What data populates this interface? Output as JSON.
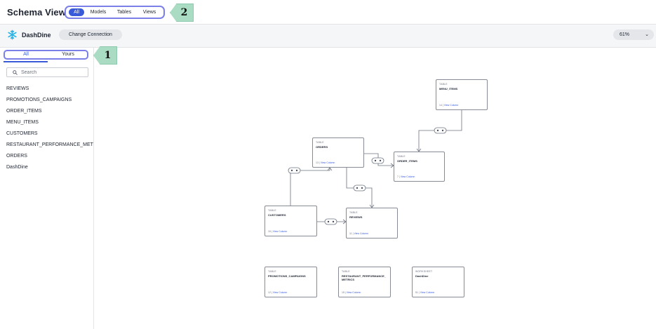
{
  "header": {
    "title": "Schema Viewer",
    "filters": [
      "All",
      "Models",
      "Tables",
      "Views"
    ],
    "active_filter": "All",
    "callout_top": "2"
  },
  "connection": {
    "name": "DashDine",
    "change_label": "Change Connection",
    "zoom": "61%"
  },
  "sidebar": {
    "tabs": [
      "All",
      "Yours"
    ],
    "callout_side": "1",
    "search_placeholder": "Search",
    "items": [
      "REVIEWS",
      "PROMOTIONS_CAMPAIGNS",
      "ORDER_ITEMS",
      "MENU_ITEMS",
      "CUSTOMERS",
      "RESTAURANT_PERFORMANCE_METRICS",
      "ORDERS",
      "DashDine"
    ]
  },
  "diagram": {
    "view_columns_label": "View Column",
    "nodes": {
      "menu_items": {
        "type": "TABLE",
        "name": "MENU_ITEMS",
        "count": "14"
      },
      "orders": {
        "type": "TABLE",
        "name": "ORDERS",
        "count": "13"
      },
      "order_items": {
        "type": "TABLE",
        "name": "ORDER_ITEMS",
        "count": "7"
      },
      "customers": {
        "type": "TABLE",
        "name": "CUSTOMERS",
        "count": "15"
      },
      "reviews": {
        "type": "TABLE",
        "name": "REVIEWS",
        "count": "11"
      },
      "promotions": {
        "type": "TABLE",
        "name": "PROMOTIONS_CAMPAIGNS",
        "count": "12"
      },
      "restaurant": {
        "type": "TABLE",
        "name": "RESTAURANT_PERFORMANCE_\nMETRICS",
        "count": "15"
      },
      "worksheet": {
        "type": "WORKSHEET",
        "name": "DashDine",
        "count": "51"
      }
    }
  }
}
